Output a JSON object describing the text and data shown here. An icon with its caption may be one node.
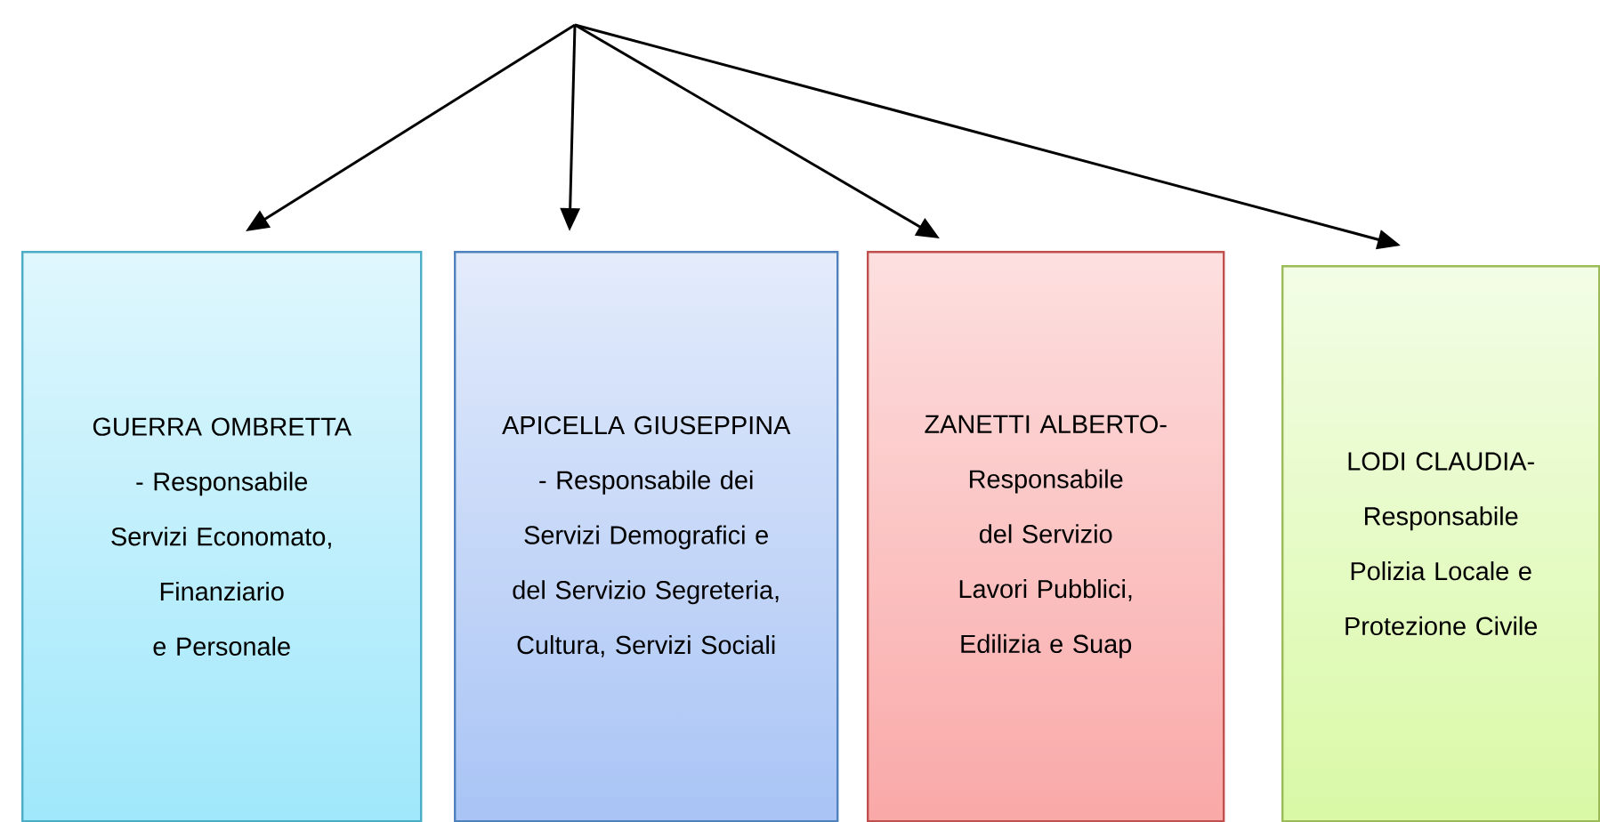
{
  "diagram": {
    "nodes": [
      {
        "text": [
          "GUERRA OMBRETTA - Responsabile Servizi Economato, Finanziario e Personale"
        ]
      },
      {
        "text": [
          "APICELLA GIUSEPPINA - Responsabile dei Servizi Demografici e del Servizio Segreteria, Cultura, Servizi Sociali"
        ]
      },
      {
        "text": [
          "ZANETTI ALBERTO- Responsabile del Servizio Lavori Pubblici, Edilizia e Suap"
        ]
      },
      {
        "text": [
          "LODI CLAUDIA- Responsabile Polizia Locale e Protezione Civile"
        ]
      }
    ],
    "edges": [
      {
        "from": null,
        "to": 0,
        "arrow": "to"
      },
      {
        "from": null,
        "to": 1,
        "arrow": "to"
      },
      {
        "from": null,
        "to": 2,
        "arrow": "to"
      },
      {
        "from": null,
        "to": 3,
        "arrow": "to"
      }
    ]
  }
}
